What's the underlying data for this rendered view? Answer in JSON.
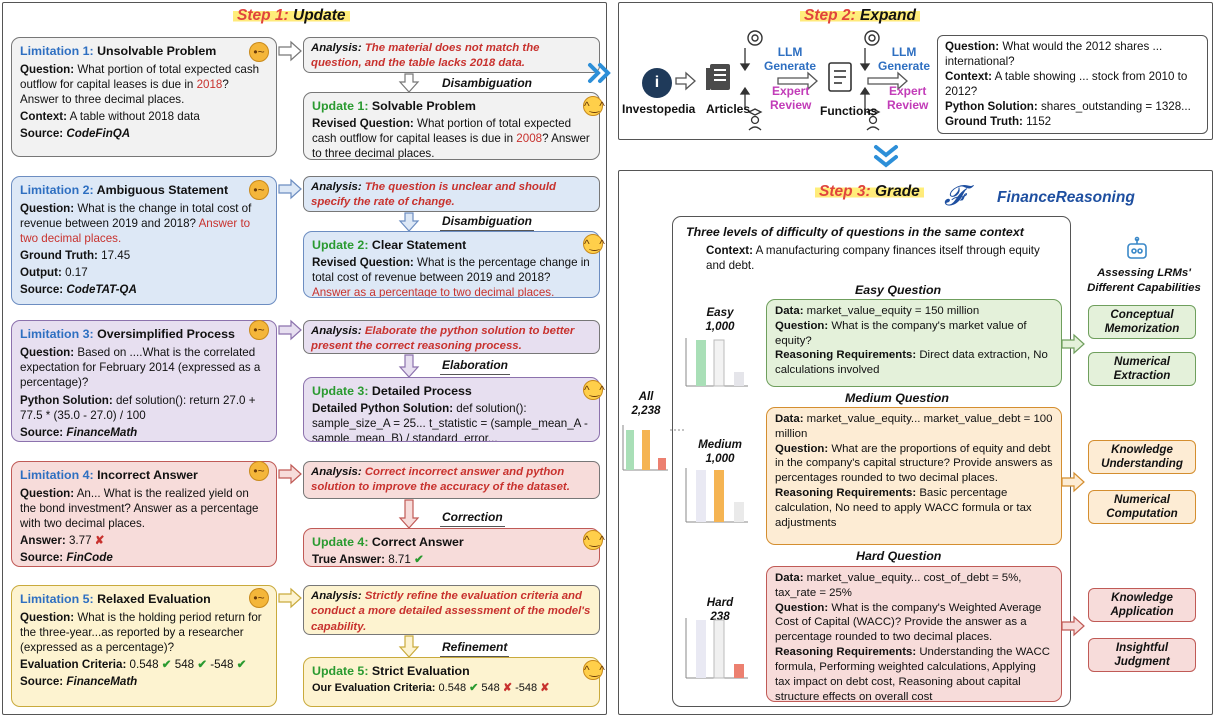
{
  "step1": {
    "num": "Step 1:",
    "name": "Update"
  },
  "step2": {
    "num": "Step 2:",
    "name": "Expand"
  },
  "step3": {
    "num": "Step 3:",
    "name": "Grade"
  },
  "lim1": {
    "label": "Limitation 1:",
    "title": "Unsolvable Problem",
    "q_label": "Question:",
    "q_text": "What portion of total expected cash outflow for capital leases is due in ",
    "q_year": "2018",
    "q_tail": "? Answer to three decimal places.",
    "ctx_label": "Context:",
    "ctx_text": "A table without 2018 data",
    "src_label": "Source:",
    "src_text": "CodeFinQA"
  },
  "ana1": {
    "label": "Analysis",
    "text": "The material does not match the question, and the table lacks 2018 data."
  },
  "op1": "Disambiguation",
  "upd1": {
    "label": "Update 1:",
    "title": "Solvable Problem",
    "q_label": "Revised Question:",
    "q_text": "What portion of total expected cash outflow for capital leases is due in ",
    "q_year": "2008",
    "q_tail": "? Answer to three decimal places."
  },
  "lim2": {
    "label": "Limitation 2:",
    "title": "Ambiguous Statement",
    "q_label": "Question:",
    "q_text": "What is the change in total cost of revenue between 2019 and 2018? ",
    "q_red": "Answer to two decimal places.",
    "gt_label": "Ground Truth:",
    "gt_text": "17.45",
    "out_label": "Output:",
    "out_text": "0.17",
    "src_label": "Source:",
    "src_text": "CodeTAT-QA"
  },
  "ana2": {
    "label": "Analysis",
    "text": "The question is unclear and should specify the rate of change."
  },
  "op2": "Disambiguation",
  "upd2": {
    "label": "Update 2:",
    "title": "Clear Statement",
    "q_label": "Revised Question:",
    "q_text": "What is the percentage change in total cost of revenue between 2019 and 2018? ",
    "q_red": "Answer as a percentage to two decimal places."
  },
  "lim3": {
    "label": "Limitation 3:",
    "title": "Oversimplified Process",
    "q_label": "Question:",
    "q_text": "Based on ....What is the correlated expectation for February 2014 (expressed as a percentage)?",
    "py_label": "Python Solution:",
    "py_text": "def solution(): return 27.0 + 77.5 * (35.0 - 27.0) / 100",
    "src_label": "Source:",
    "src_text": "FinanceMath"
  },
  "ana3": {
    "label": "Analysis",
    "text": "Elaborate the python solution to better present the correct reasoning process."
  },
  "op3": "Elaboration",
  "upd3": {
    "label": "Update 3:",
    "title": "Detailed Process",
    "py_label": "Detailed Python Solution:",
    "py_text": "def solution(): sample_size_A = 25...   t_statistic = (sample_mean_A - sample_mean_B) / standard_error..."
  },
  "lim4": {
    "label": "Limitation 4:",
    "title": "Incorrect Answer",
    "q_label": "Question:",
    "q_text": "An... What is the realized yield on the bond investment? Answer as a percentage with two decimal places.",
    "ans_label": "Answer:",
    "ans_text": "3.77",
    "src_label": "Source:",
    "src_text": "FinCode"
  },
  "ana4": {
    "label": "Analysis",
    "text": "Correct incorrect answer and python solution to improve the accuracy of the dataset."
  },
  "op4": "Correction",
  "upd4": {
    "label": "Update 4:",
    "title": "Correct Answer",
    "ans_label": "True Answer:",
    "ans_text": "8.71"
  },
  "lim5": {
    "label": "Limitation 5:",
    "title": "Relaxed Evaluation",
    "q_label": "Question:",
    "q_text": "What is the holding period return for the three-year...as reported by a researcher (expressed as a percentage)?",
    "ev_label": "Evaluation Criteria:",
    "ev1": "0.548",
    "ev2": "548",
    "ev3": "-548",
    "src_label": "Source:",
    "src_text": "FinanceMath"
  },
  "ana5": {
    "label": "Analysis",
    "text": "Strictly refine the evaluation criteria and conduct a more detailed assessment of the model's capability."
  },
  "op5": "Refinement",
  "upd5": {
    "label": "Update 5:",
    "title": "Strict Evaluation",
    "ev_label": "Our Evaluation Criteria:",
    "ev1": "0.548",
    "ev2": "548",
    "ev3": "-548"
  },
  "expand": {
    "investopedia": "Investopedia",
    "articles": "Articles",
    "functions": "Functions",
    "llm": "LLM",
    "generate": "Generate",
    "expert": "Expert",
    "review": "Review",
    "ex_q_label": "Question:",
    "ex_q_text": "What would the 2012 shares ... international?",
    "ex_c_label": "Context:",
    "ex_c_text": "A table showing ... stock from 2010 to 2012?",
    "ex_p_label": "Python Solution:",
    "ex_p_text": "shares_outstanding = 1328...",
    "ex_g_label": "Ground Truth:",
    "ex_g_text": "1152"
  },
  "grade": {
    "brand": "FinanceReasoning",
    "header": "Three levels of difficulty of questions in the same context",
    "ctx_label": "Context:",
    "ctx_text": "A manufacturing company finances itself through equity and debt.",
    "assess": "Assessing LRMs' Different Capabilities",
    "all_label": "All",
    "all_count": "2,238",
    "easy_label": "Easy",
    "easy_count": "1,000",
    "medium_label": "Medium",
    "medium_count": "1,000",
    "hard_label": "Hard",
    "hard_count": "238",
    "easy_title": "Easy Question",
    "easy_data_label": "Data:",
    "easy_data": "market_value_equity = 150 million",
    "easy_q_label": "Question:",
    "easy_q": "What is the company's market value of equity?",
    "easy_r_label": "Reasoning Requirements:",
    "easy_r": "Direct data extraction, No calculations involved",
    "medium_title": "Medium Question",
    "medium_data_label": "Data:",
    "medium_data": "market_value_equity... market_value_debt = 100 million",
    "medium_q_label": "Question:",
    "medium_q": "What are the proportions of equity and debt in the company's capital structure? Provide answers as percentages rounded to two decimal places.",
    "medium_r_label": "Reasoning Requirements:",
    "medium_r": "Basic percentage calculation,  No need to apply WACC formula or tax adjustments",
    "hard_title": "Hard Question",
    "hard_data_label": "Data:",
    "hard_data": "market_value_equity... cost_of_debt = 5%, tax_rate = 25%",
    "hard_q_label": "Question:",
    "hard_q": "What is the company's Weighted Average Cost of Capital (WACC)? Provide the answer as a percentage rounded to two decimal places.",
    "hard_r_label": "Reasoning Requirements:",
    "hard_r": "Understanding the WACC formula, Performing weighted calculations, Applying tax impact on debt cost, Reasoning about capital structure effects on overall cost",
    "caps": [
      "Conceptual Memorization",
      "Numerical Extraction",
      "Knowledge Understanding",
      "Numerical Computation",
      "Knowledge Application",
      "Insightful Judgment"
    ]
  }
}
